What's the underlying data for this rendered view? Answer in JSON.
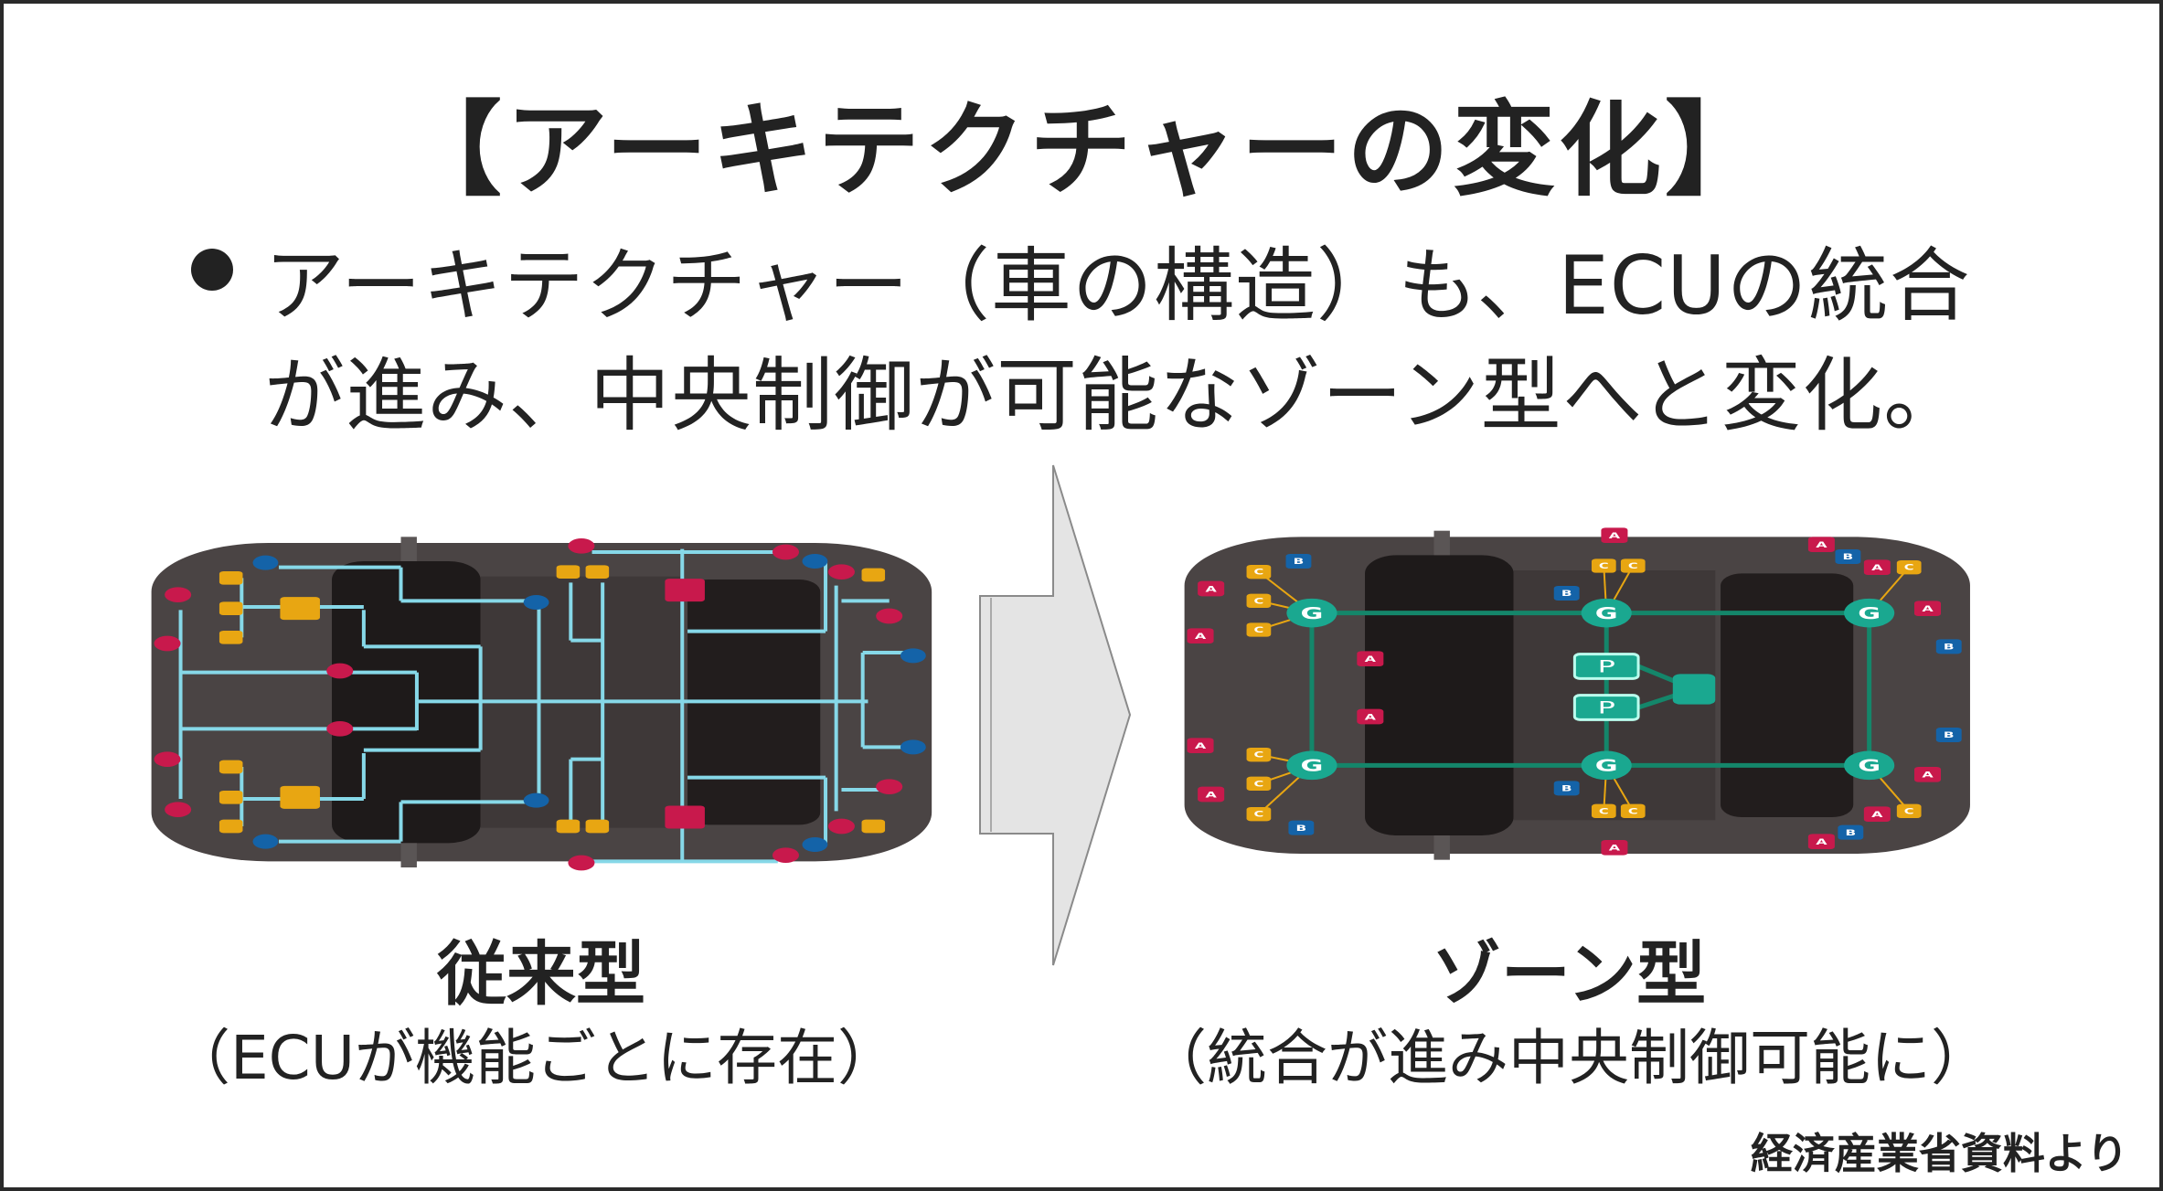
{
  "title": "【アーキテクチャーの変化】",
  "bullet": {
    "line1": "アーキテクチャー（車の構造）も、ECUの統合",
    "line2": "が進み、中央制御が可能なゾーン型へと変化。"
  },
  "left": {
    "heading": "従来型",
    "sub": "（ECUが機能ごとに存在）"
  },
  "right": {
    "heading": "ゾーン型",
    "sub": "（統合が進み中央制御可能に）"
  },
  "source": "経済産業省資料より",
  "node_letters": {
    "a": "A",
    "b": "B",
    "c": "C",
    "g": "G",
    "p": "P"
  },
  "colors": {
    "line_legacy": "#86d8e8",
    "line_zone": "#14866a",
    "red": "#c8194c",
    "blue": "#1463a8",
    "orange": "#e8a612",
    "teal": "#1aa890",
    "body": "#4a4444"
  }
}
